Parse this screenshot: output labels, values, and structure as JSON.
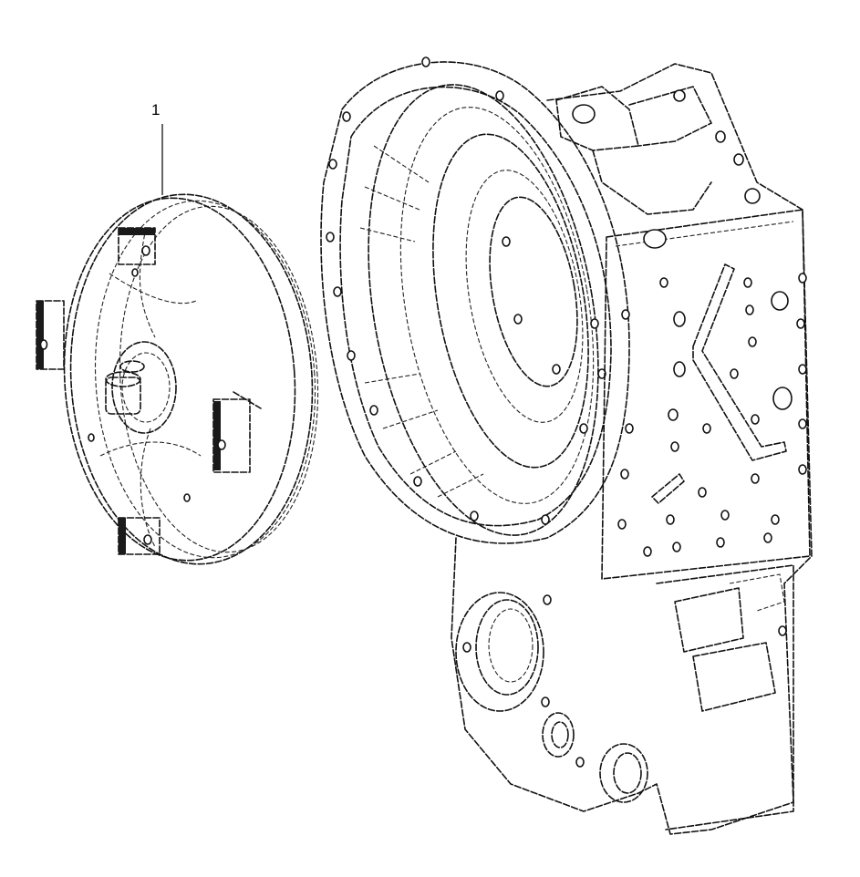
{
  "diagram": {
    "callouts": [
      {
        "id": "1",
        "label": "1"
      }
    ],
    "parts": [
      {
        "name": "torque-converter",
        "callout": "1"
      },
      {
        "name": "transmission-housing",
        "callout": ""
      }
    ]
  }
}
